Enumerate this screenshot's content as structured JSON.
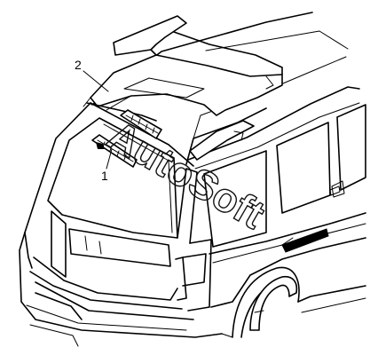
{
  "diagram": {
    "callouts": [
      {
        "number": "1",
        "part": "high-mount-stop-lamp"
      },
      {
        "number": "2",
        "part": "roof-spoiler"
      }
    ],
    "watermark": "AutoSoft"
  }
}
